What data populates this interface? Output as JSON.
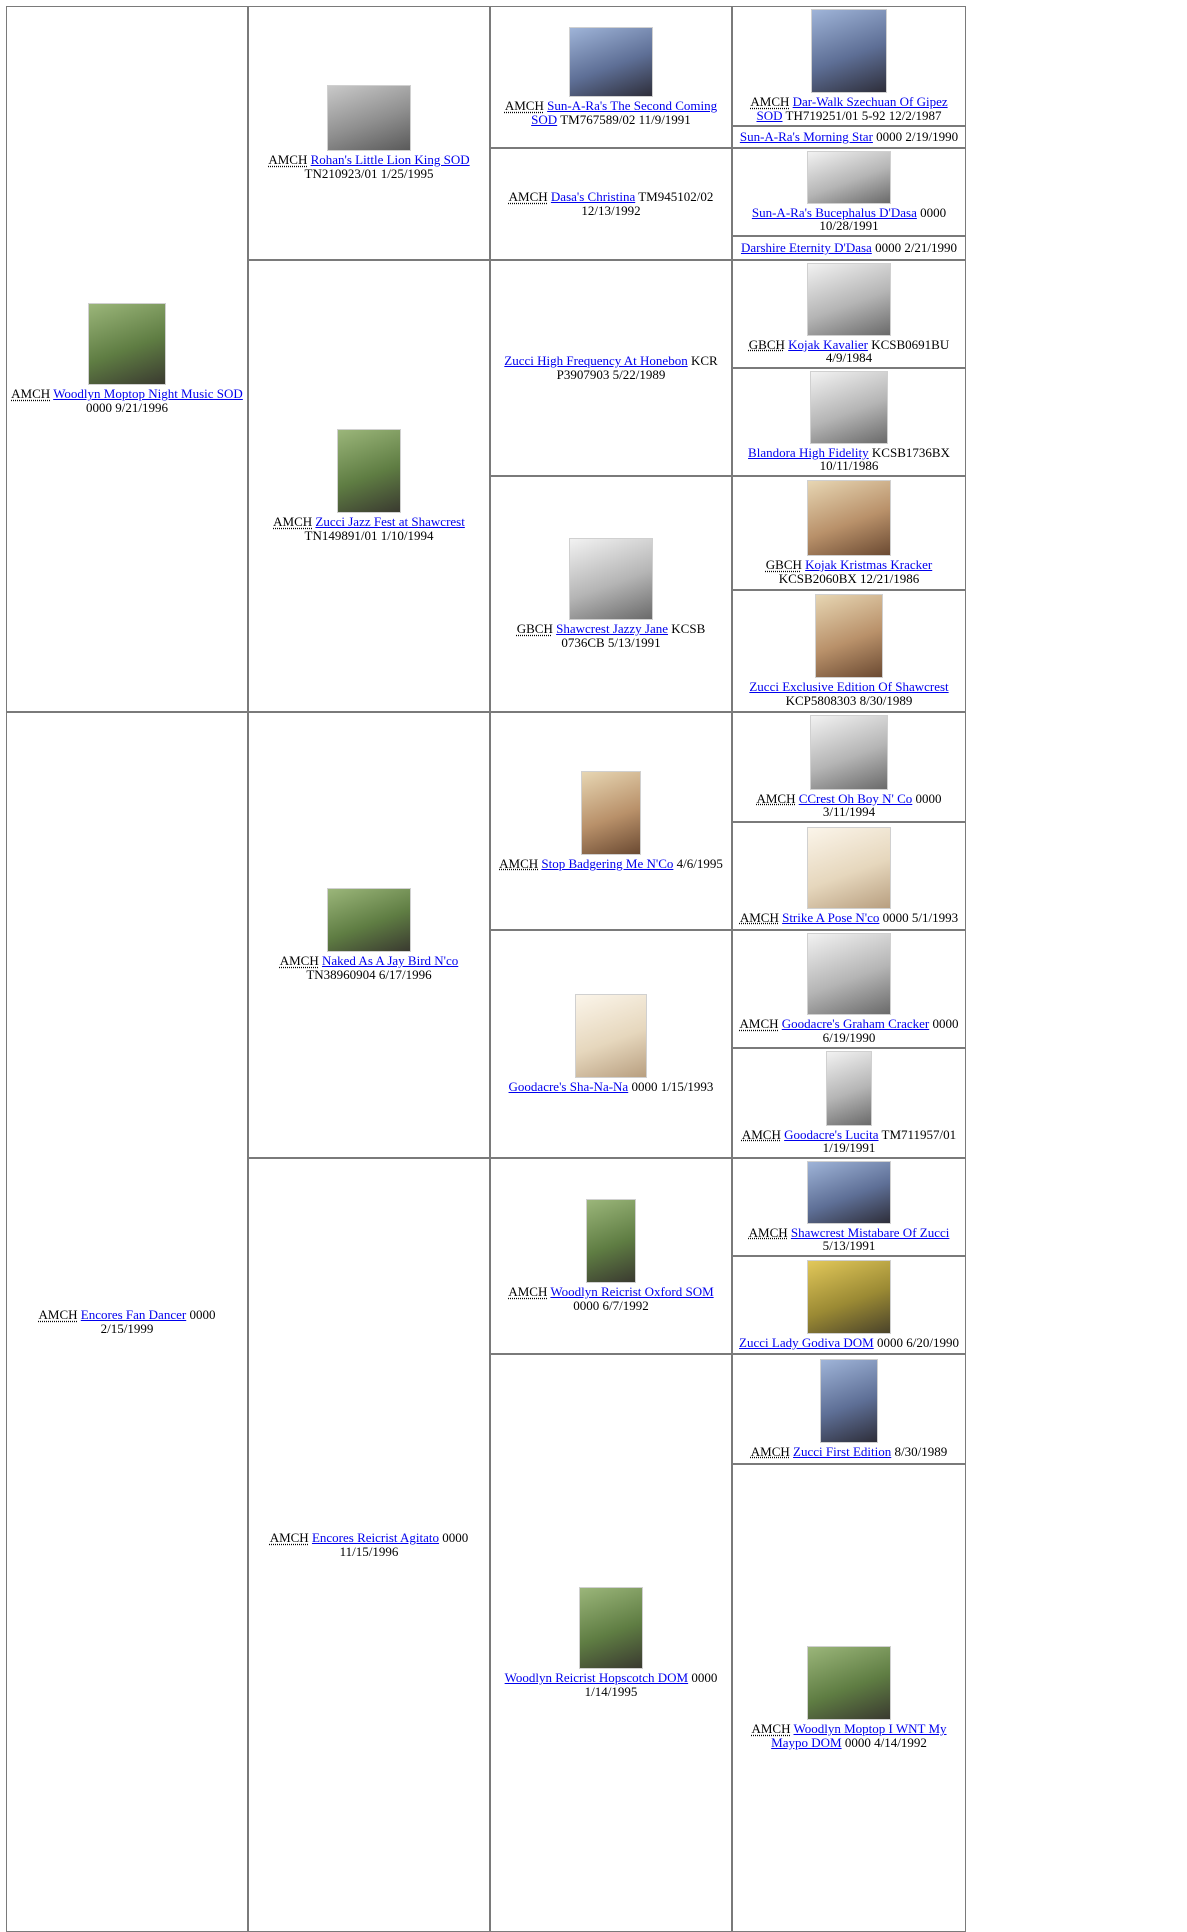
{
  "gen1": [
    {
      "title": "AMCH",
      "name": "Woodlyn Moptop Night Music SOD",
      "info": "0000 9/21/1996"
    },
    {
      "title": "AMCH",
      "name": "Encores Fan Dancer",
      "info": "0000 2/15/1999"
    }
  ],
  "gen2": [
    {
      "title": "AMCH",
      "name": "Rohan's Little Lion King SOD",
      "info": "TN210923/01 1/25/1995"
    },
    {
      "title": "AMCH",
      "name": "Zucci Jazz Fest at Shawcrest",
      "info": "TN149891/01 1/10/1994"
    },
    {
      "title": "AMCH",
      "name": "Naked As A Jay Bird N'co",
      "info": "TN38960904 6/17/1996"
    },
    {
      "title": "AMCH",
      "name": "Encores Reicrist Agitato",
      "info": "0000 11/15/1996"
    }
  ],
  "gen3": [
    {
      "title": "AMCH",
      "name": "Sun-A-Ra's The Second Coming SOD",
      "info": "TM767589/02 11/9/1991"
    },
    {
      "title": "AMCH",
      "name": "Dasa's Christina",
      "info": "TM945102/02 12/13/1992"
    },
    {
      "title": "",
      "name": "Zucci High Frequency At Honebon",
      "info": "KCR P3907903 5/22/1989"
    },
    {
      "title": "GBCH",
      "name": "Shawcrest Jazzy Jane",
      "info": "KCSB 0736CB 5/13/1991"
    },
    {
      "title": "AMCH",
      "name": "Stop Badgering Me N'Co",
      "info": "4/6/1995"
    },
    {
      "title": "",
      "name": "Goodacre's Sha-Na-Na",
      "info": "0000 1/15/1993"
    },
    {
      "title": "AMCH",
      "name": "Woodlyn Reicrist Oxford SOM",
      "info": "0000 6/7/1992"
    },
    {
      "title": "",
      "name": "Woodlyn Reicrist Hopscotch DOM",
      "info": "0000 1/14/1995"
    }
  ],
  "gen4": [
    {
      "title": "AMCH",
      "name": "Dar-Walk Szechuan Of Gipez SOD",
      "info": "TH719251/01 5-92 12/2/1987"
    },
    {
      "title": "",
      "name": "Sun-A-Ra's Morning Star",
      "info": "0000 2/19/1990"
    },
    {
      "title": "",
      "name": "Sun-A-Ra's Bucephalus D'Dasa",
      "info": "0000 10/28/1991"
    },
    {
      "title": "",
      "name": "Darshire Eternity D'Dasa",
      "info": "0000 2/21/1990"
    },
    {
      "title": "GBCH",
      "name": "Kojak Kavalier",
      "info": "KCSB0691BU 4/9/1984"
    },
    {
      "title": "",
      "name": "Blandora High Fidelity",
      "info": "KCSB1736BX 10/11/1986"
    },
    {
      "title": "GBCH",
      "name": "Kojak Kristmas Kracker",
      "info": "KCSB2060BX 12/21/1986"
    },
    {
      "title": "",
      "name": "Zucci Exclusive Edition Of Shawcrest",
      "info": "KCP5808303 8/30/1989"
    },
    {
      "title": "AMCH",
      "name": "CCrest Oh Boy N' Co",
      "info": "0000 3/11/1994"
    },
    {
      "title": "AMCH",
      "name": "Strike A Pose N'co",
      "info": "0000 5/1/1993"
    },
    {
      "title": "AMCH",
      "name": "Goodacre's Graham Cracker",
      "info": "0000 6/19/1990"
    },
    {
      "title": "AMCH",
      "name": "Goodacre's Lucita",
      "info": "TM711957/01 1/19/1991"
    },
    {
      "title": "AMCH",
      "name": "Shawcrest Mistabare Of Zucci",
      "info": "5/13/1991"
    },
    {
      "title": "",
      "name": "Zucci Lady Godiva DOM",
      "info": "0000 6/20/1990"
    },
    {
      "title": "AMCH",
      "name": "Zucci First Edition",
      "info": "8/30/1989"
    },
    {
      "title": "AMCH",
      "name": "Woodlyn Moptop I WNT My Maypo DOM",
      "info": "0000 4/14/1992"
    }
  ]
}
